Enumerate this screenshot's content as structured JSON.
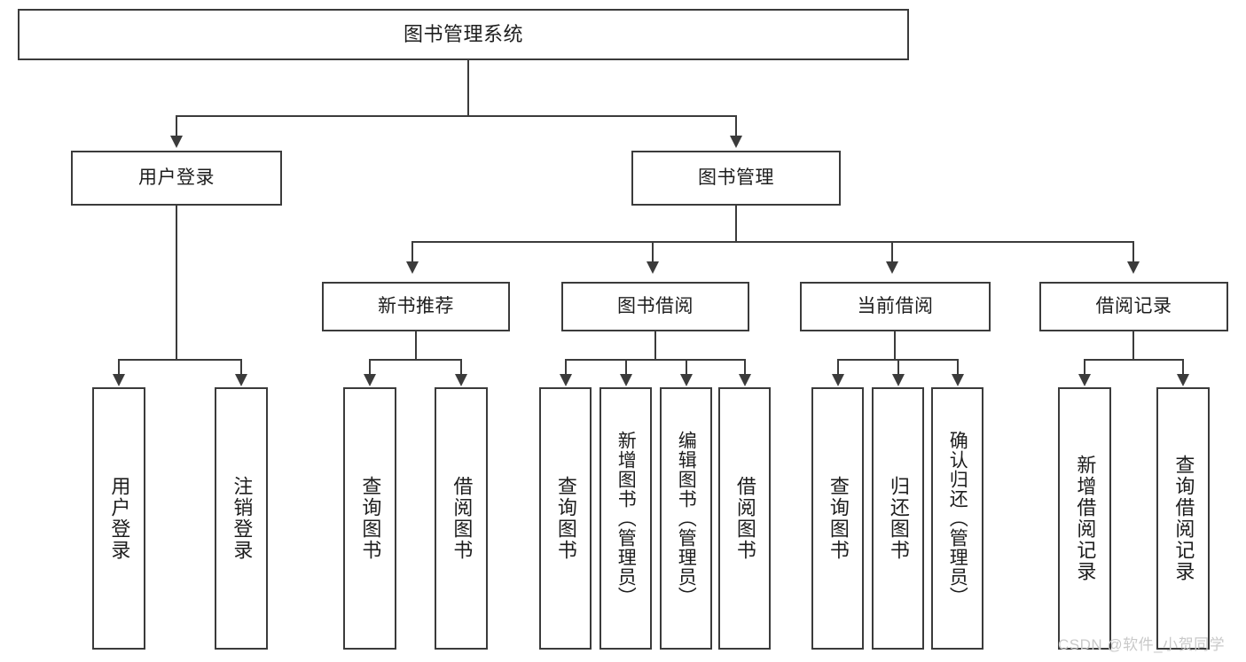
{
  "diagram": {
    "type": "tree-hierarchy",
    "title": "图书管理系统",
    "root": {
      "label": "图书管理系统"
    },
    "level2": [
      {
        "id": "user-login",
        "label": "用户登录"
      },
      {
        "id": "book-management",
        "label": "图书管理"
      }
    ],
    "level3": [
      {
        "id": "new-book-recommend",
        "label": "新书推荐",
        "parent": "book-management"
      },
      {
        "id": "book-borrow",
        "label": "图书借阅",
        "parent": "book-management"
      },
      {
        "id": "current-borrow",
        "label": "当前借阅",
        "parent": "book-management"
      },
      {
        "id": "borrow-record",
        "label": "借阅记录",
        "parent": "book-management"
      }
    ],
    "leaves": [
      {
        "id": "leaf-user-login",
        "label": "用户登录",
        "parent": "user-login"
      },
      {
        "id": "leaf-logout",
        "label": "注销登录",
        "parent": "user-login"
      },
      {
        "id": "leaf-query-book-1",
        "label": "查询图书",
        "parent": "new-book-recommend"
      },
      {
        "id": "leaf-borrow-book-1",
        "label": "借阅图书",
        "parent": "new-book-recommend"
      },
      {
        "id": "leaf-query-book-2",
        "label": "查询图书",
        "parent": "book-borrow"
      },
      {
        "id": "leaf-add-book",
        "label": "新增图书（管理员）",
        "parent": "book-borrow"
      },
      {
        "id": "leaf-edit-book",
        "label": "编辑图书（管理员）",
        "parent": "book-borrow"
      },
      {
        "id": "leaf-borrow-book-2",
        "label": "借阅图书",
        "parent": "book-borrow"
      },
      {
        "id": "leaf-query-book-3",
        "label": "查询图书",
        "parent": "current-borrow"
      },
      {
        "id": "leaf-return-book",
        "label": "归还图书",
        "parent": "current-borrow"
      },
      {
        "id": "leaf-confirm-return",
        "label": "确认归还（管理员）",
        "parent": "current-borrow"
      },
      {
        "id": "leaf-add-record",
        "label": "新增借阅记录",
        "parent": "borrow-record"
      },
      {
        "id": "leaf-query-record",
        "label": "查询借阅记录",
        "parent": "borrow-record"
      }
    ],
    "colors": {
      "stroke": "#3b3b3b",
      "fill": "#ffffff",
      "text": "#1d1d1d",
      "watermark": "#c9c9c9"
    }
  },
  "watermark": {
    "text": "CSDN @软件_小贺同学"
  }
}
